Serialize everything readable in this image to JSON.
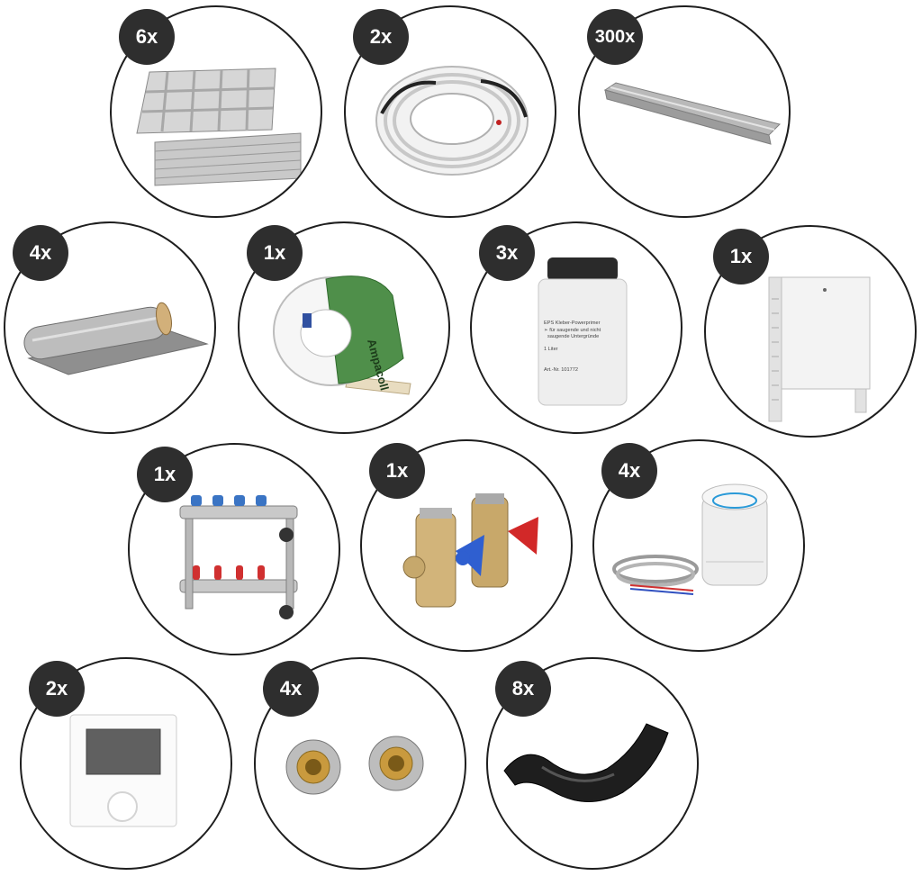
{
  "items": [
    {
      "qty": "6x",
      "icon": "insulation-panels-icon"
    },
    {
      "qty": "2x",
      "icon": "pipe-coil-icon"
    },
    {
      "qty": "300x",
      "icon": "heat-conducting-plate-icon"
    },
    {
      "qty": "4x",
      "icon": "foil-roll-icon"
    },
    {
      "qty": "1x",
      "icon": "adhesive-tape-icon"
    },
    {
      "qty": "3x",
      "icon": "primer-bottle-icon"
    },
    {
      "qty": "1x",
      "icon": "manifold-cabinet-icon"
    },
    {
      "qty": "1x",
      "icon": "manifold-icon"
    },
    {
      "qty": "1x",
      "icon": "ball-valves-icon"
    },
    {
      "qty": "4x",
      "icon": "actuator-icon"
    },
    {
      "qty": "2x",
      "icon": "thermostat-icon"
    },
    {
      "qty": "4x",
      "icon": "compression-fitting-icon"
    },
    {
      "qty": "8x",
      "icon": "pipe-bend-support-icon"
    }
  ],
  "bottle": {
    "line1": "EPS Kleber-Powerprimer",
    "line2": "➢ für saugende und nicht",
    "line3": "saugende Untergründe",
    "line4": "1 Liter",
    "line5": "Art.-Nr. 101772"
  },
  "tape": {
    "brand": "Ampacoll"
  }
}
